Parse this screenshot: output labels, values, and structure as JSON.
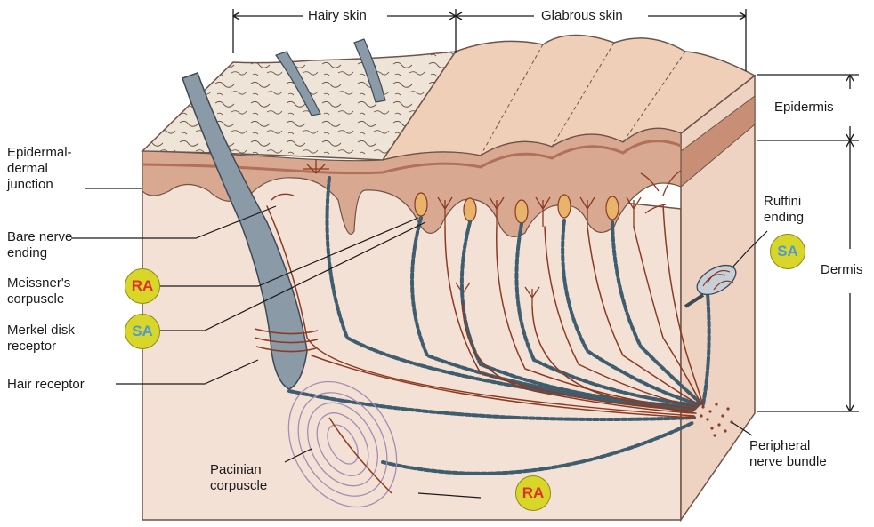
{
  "header": {
    "hairy_skin": "Hairy skin",
    "glabrous_skin": "Glabrous skin"
  },
  "labels": {
    "epidermal_dermal_junction": "Epidermal-\ndermal\njunction",
    "bare_nerve_ending": "Bare nerve\nending",
    "meissners_corpuscle": "Meissner's\ncorpuscle",
    "merkel_disk_receptor": "Merkel disk\nreceptor",
    "hair_receptor": "Hair receptor",
    "pacinian_corpuscle": "Pacinian\ncorpuscle",
    "ruffini_ending": "Ruffini\nending",
    "epidermis": "Epidermis",
    "dermis": "Dermis",
    "peripheral_nerve_bundle": "Peripheral\nnerve bundle"
  },
  "badges": {
    "meissner": "RA",
    "merkel": "SA",
    "ruffini": "SA",
    "pacinian": "RA"
  },
  "colors": {
    "ra_text": "#e0302a",
    "sa_text": "#4f9ad0",
    "badge_fill": "#d9d62a",
    "skin_surface": "#efd9c8",
    "epidermis_band": "#c98f76",
    "dermis": "#f4e1d6",
    "hair": "#8a9aa6",
    "nerve": "#8c3a22",
    "myelin": "#4f6e80"
  }
}
